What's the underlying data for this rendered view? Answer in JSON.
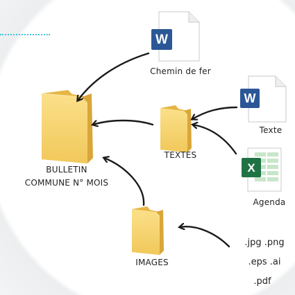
{
  "labels": {
    "bulletin_line1": "BULLETIN",
    "bulletin_line2": "COMMUNE N° MOIS",
    "textes": "TEXTES",
    "images": "IMAGES",
    "chemin_de_fer": "Chemin de fer",
    "texte": "Texte",
    "agenda": "Agenda"
  },
  "file_extensions": {
    "row1": ".jpg  .png",
    "row2": ".eps   .ai",
    "row3": ".pdf"
  },
  "icons": {
    "word_badge_letter": "W",
    "excel_badge_letter": "X"
  },
  "colors": {
    "accent_dots": "#39c2dc",
    "word_blue": "#2b5797",
    "excel_green": "#1f7244",
    "folder_front": "#f7d774",
    "folder_back": "#e6b544",
    "arrow": "#1a1a1a"
  }
}
